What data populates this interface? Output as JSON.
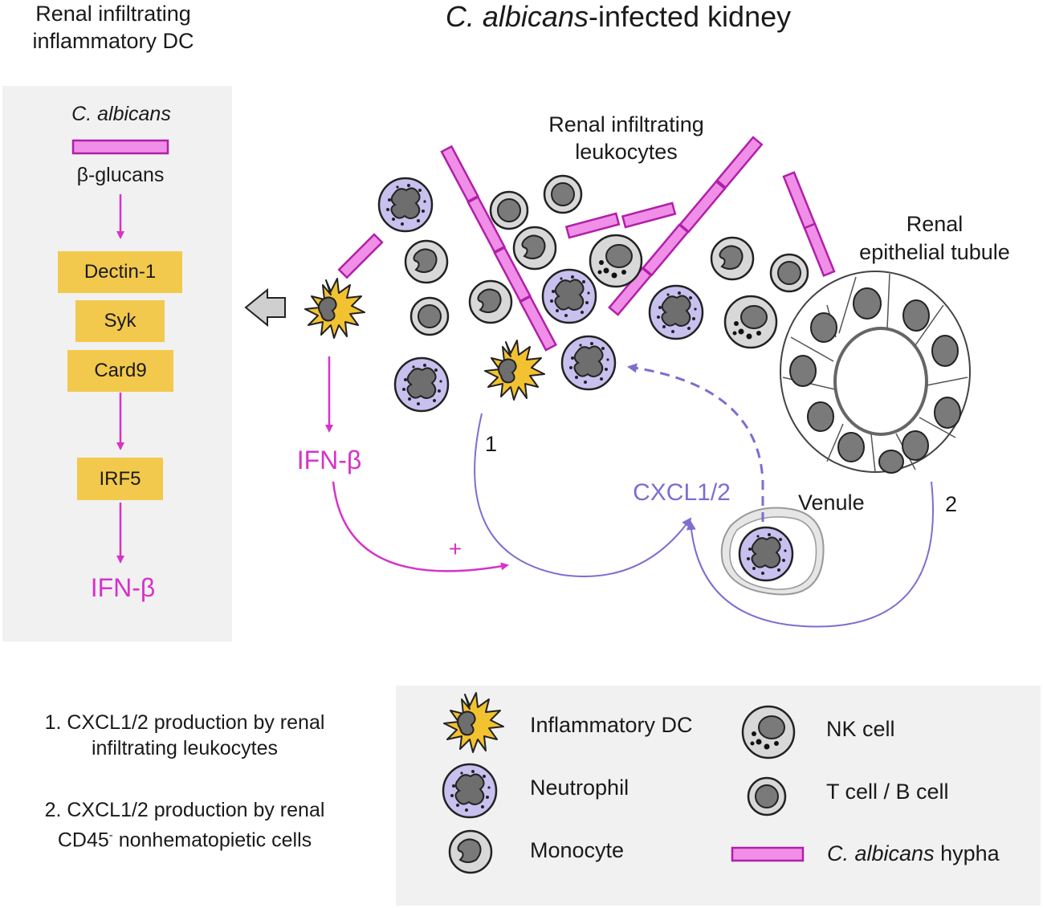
{
  "left_title": {
    "line1": "Renal infiltrating",
    "line2": "inflammatory DC"
  },
  "main_title": {
    "italic": "C. albicans",
    "rest": "-infected kidney"
  },
  "pathway": {
    "pathogen": "C. albicans",
    "ligand": "β-glucans",
    "steps": [
      "Dectin-1",
      "Syk",
      "Card9",
      "IRF5"
    ],
    "output": "IFN-β"
  },
  "diagram": {
    "leukocytes_label": {
      "line1": "Renal infiltrating",
      "line2": "leukocytes"
    },
    "tubule_label": {
      "line1": "Renal",
      "line2": "epithelial tubule"
    },
    "ifn_label": "IFN-β",
    "plus_label": "+",
    "cxcl_label": "CXCL1/2",
    "venule_label": "Venule",
    "path1_label": "1",
    "path2_label": "2"
  },
  "notes": {
    "note1_line1": "1. CXCL1/2 production by renal",
    "note1_line2": "infiltrating leukocytes",
    "note2_line1": "2. CXCL1/2 production by renal",
    "note2_pre": "CD45",
    "note2_sup": "-",
    "note2_post": " nonhematopietic cells"
  },
  "legend": {
    "dc": "Inflammatory DC",
    "neutrophil": "Neutrophil",
    "monocyte": "Monocyte",
    "nk": "NK cell",
    "tb": "T cell / B cell",
    "hypha_italic": "C. albicans",
    "hypha_rest": " hypha"
  },
  "colors": {
    "magenta": "#d633c8",
    "hypha_fill": "#f08ee8",
    "hypha_stroke": "#b020a8",
    "purple": "#7b6fd0",
    "dc_yellow": "#f2c230",
    "box_yellow": "#f2c94c",
    "cell_gray": "#d8d8d8",
    "nucleus_gray": "#7a7a7a",
    "neutrophil_fill": "#c8c0ee",
    "panel_gray": "#f1f1f1"
  }
}
